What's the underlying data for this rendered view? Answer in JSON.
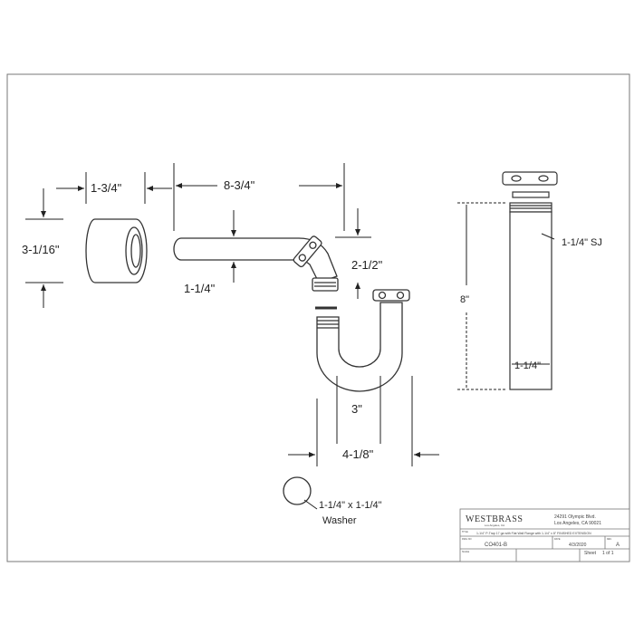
{
  "dimensions": {
    "flange_width": "1-3/4\"",
    "flange_height": "3-1/16\"",
    "arm_length": "8-3/4\"",
    "arm_diameter": "1-1/4\"",
    "elbow_drop": "2-1/2\"",
    "trap_inner": "3\"",
    "trap_outer": "4-1/8\"",
    "washer": "1-1/4\" x 1-1/4\"",
    "washer_label": "Washer",
    "extension_length": "8\"",
    "extension_joint": "1-1/4\" SJ",
    "extension_diameter": "1-1/4\""
  },
  "title_block": {
    "brand": "WESTBRASS",
    "brand_sub": "Los Angeles, CA",
    "address_line1": "24291 Olympic Blvd.",
    "address_line2": "Los Angeles, CA 90021",
    "title_label": "TITLE",
    "title": "1-1/4\" P-Trap 17 ga with Flat Wall Flange with 1-1/4\" x 8\" FINISHED EXTENSION",
    "drawing_label": "DWG NO",
    "drawing_no": "CO401-B",
    "date_label": "DATE",
    "date": "4/3/2020",
    "rev_label": "REV",
    "rev": "A",
    "scale_label": "SCALE",
    "sheet_label": "Sheet",
    "sheet": "1 of 1"
  }
}
